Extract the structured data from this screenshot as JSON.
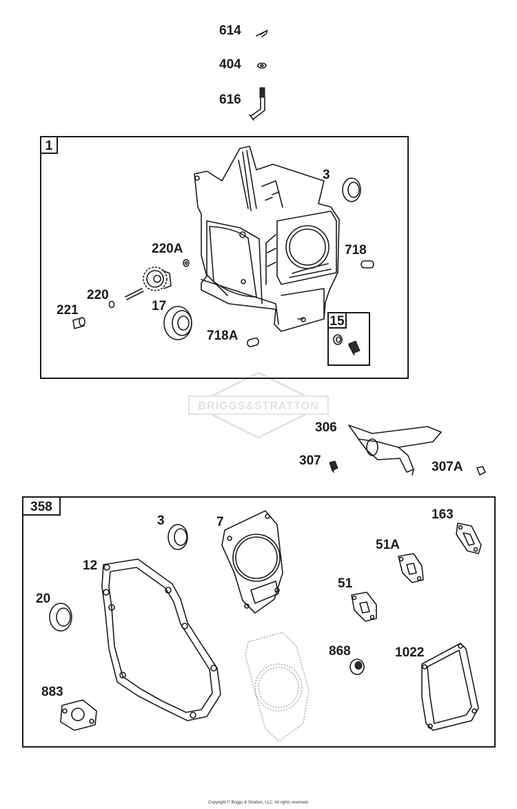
{
  "watermark": "BRIGGS&STRATTON",
  "copyright": "Copyright © Briggs & Stratton, LLC. All rights reserved.",
  "top_parts": {
    "p614": "614",
    "p404": "404",
    "p616": "616"
  },
  "group1": {
    "box_label": "1",
    "p3": "3",
    "p718": "718",
    "p220A": "220A",
    "p220": "220",
    "p221": "221",
    "p17": "17",
    "p718A": "718A",
    "box15_label": "15"
  },
  "mid_parts": {
    "p306": "306",
    "p307": "307",
    "p307A": "307A"
  },
  "group358": {
    "box_label": "358",
    "p3": "3",
    "p7": "7",
    "p163": "163",
    "p51A": "51A",
    "p12": "12",
    "p51": "51",
    "p20": "20",
    "p868": "868",
    "p1022": "1022",
    "p883": "883"
  }
}
